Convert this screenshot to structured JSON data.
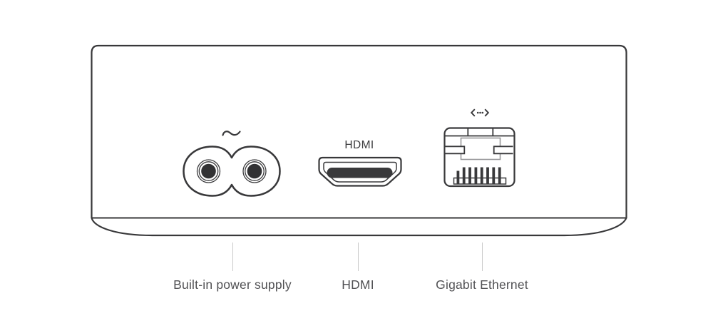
{
  "diagram": {
    "ports": [
      {
        "id": "power",
        "icon": "ac-power-tilde-icon",
        "callout_label": "Built-in power supply"
      },
      {
        "id": "hdmi",
        "port_label": "HDMI",
        "callout_label": "HDMI"
      },
      {
        "id": "ethernet",
        "icon": "ethernet-icon",
        "callout_label": "Gigabit Ethernet"
      }
    ],
    "colors": {
      "background": "#ffffff",
      "outline": "#38383a",
      "dark_fill": "#39393b",
      "inner_detail_gray": "#97979a",
      "callout_line": "#cacaca",
      "callout_text": "#515154"
    }
  }
}
